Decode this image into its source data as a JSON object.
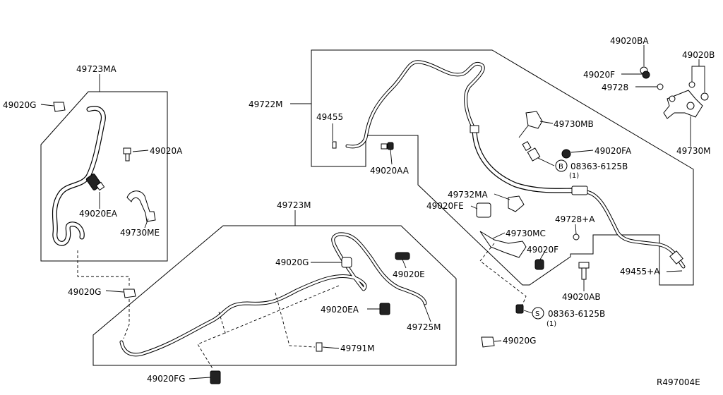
{
  "diagram": {
    "reference": "R497004E",
    "labels": {
      "p49723MA": "49723MA",
      "p49020G_a": "49020G",
      "p49020A": "49020A",
      "p49020EA_a": "49020EA",
      "p49730ME": "49730ME",
      "p49020G_b": "49020G",
      "p49722M": "49722M",
      "p49455": "49455",
      "p49020AA": "49020AA",
      "p49020BA": "49020BA",
      "p49020B": "49020B",
      "p49020F_a": "49020F",
      "p49728": "49728",
      "p49730MB": "49730MB",
      "p49020FA": "49020FA",
      "p08363_a": "08363-6125B",
      "p08363_a_qty": "(1)",
      "p08363_a_symbol": "B",
      "p49730M": "49730M",
      "p49732MA": "49732MA",
      "p49020FE": "49020FE",
      "p49728A": "49728+A",
      "p49730MC": "49730MC",
      "p49020F_b": "49020F",
      "p49455A": "49455+A",
      "p49020AB": "49020AB",
      "p08363_b": "08363-6125B",
      "p08363_b_qty": "(1)",
      "p08363_b_symbol": "S",
      "p49723M": "49723M",
      "p49020G_c": "49020G",
      "p49020E": "49020E",
      "p49020EA_b": "49020EA",
      "p49725M": "49725M",
      "p49791M": "49791M",
      "p49020FG": "49020FG",
      "p49020G_d": "49020G"
    }
  }
}
